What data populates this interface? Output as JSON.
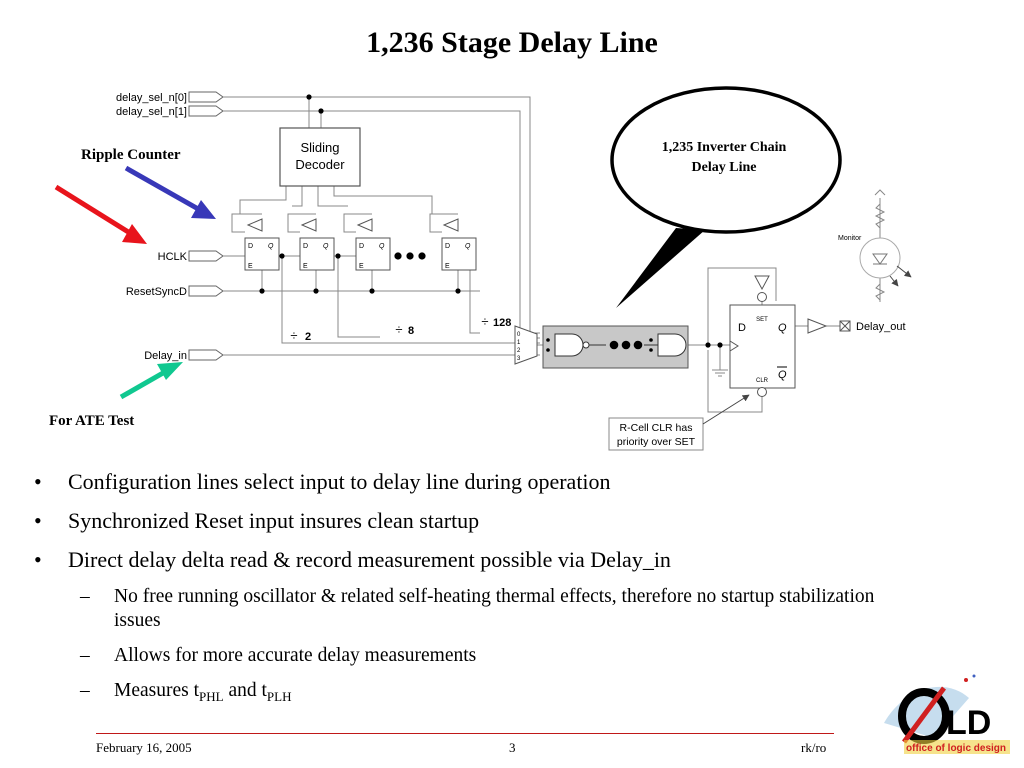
{
  "title": "1,236 Stage Delay Line",
  "diagram": {
    "inputs": {
      "sel0": "delay_sel_n[0]",
      "sel1": "delay_sel_n[1]",
      "hclk": "HCLK",
      "reset": "ResetSyncD",
      "delay_in": "Delay_in"
    },
    "decoder": [
      "Sliding",
      "Decoder"
    ],
    "dividers": [
      "2",
      "8",
      "128"
    ],
    "mux_inputs": [
      "0",
      "1",
      "2",
      "3"
    ],
    "ff_labels": {
      "d": "D",
      "q": "Q",
      "e": "E"
    },
    "chain_callout": [
      "1,235 Inverter Chain",
      "Delay Line"
    ],
    "out_ff": {
      "d": "D",
      "q": "Q",
      "qbar": "Q",
      "set": "SET",
      "clr": "CLR"
    },
    "monitor": "Monitor",
    "output": "Delay_out",
    "note": [
      "R-Cell CLR has",
      "priority over SET"
    ]
  },
  "annotations": {
    "ripple_counter": "Ripple Counter",
    "ate_test": "For ATE Test"
  },
  "colors": {
    "red_arrow": "#e8141c",
    "blue_arrow": "#3838b8",
    "teal_arrow": "#10c890",
    "footer_line": "#c01818",
    "chain_box": "#c8c8c8"
  },
  "bullets": [
    "Configuration lines select input to delay line during operation",
    "Synchronized Reset input insures clean startup",
    "Direct delay delta read & record measurement possible via Delay_in"
  ],
  "sub_bullets": {
    "b1": "No free running oscillator & related self-heating thermal effects, therefore no startup stabilization issues",
    "b2": "Allows for more accurate delay measurements",
    "b3_prefix": "Measures t",
    "b3_sub1": "PHL",
    "b3_mid": " and t",
    "b3_sub2": "PLH"
  },
  "markers": {
    "bullet": "•",
    "dash": "–"
  },
  "footer": {
    "date": "February 16, 2005",
    "page": "3",
    "author": "rk/ro"
  },
  "logo": {
    "text_main": "OLD",
    "text_sub": "office of logic design"
  }
}
